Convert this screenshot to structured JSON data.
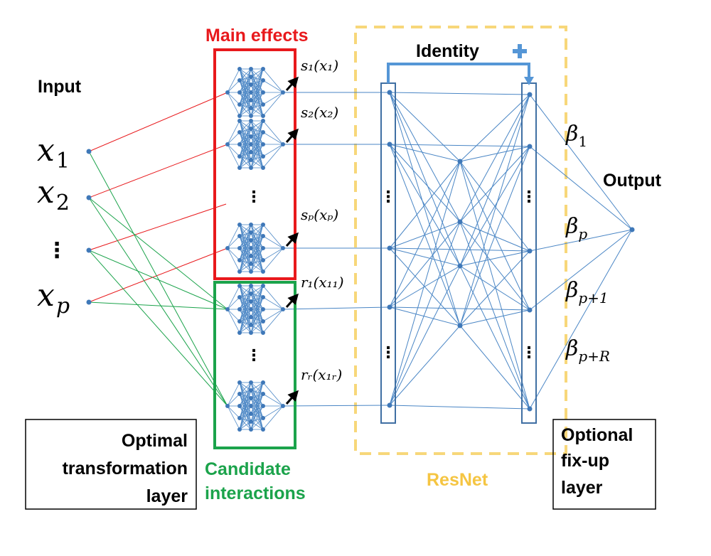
{
  "labels": {
    "input": "Input",
    "output": "Output",
    "main_effects": "Main effects",
    "identity": "Identity",
    "resnet": "ResNet",
    "candidate_line1": "Candidate",
    "candidate_line2": "interactions",
    "optimal_line1": "Optimal",
    "optimal_line2": "transformation",
    "optimal_line3": "layer",
    "fixup_line1": "Optional",
    "fixup_line2": "fix-up",
    "fixup_line3": "layer",
    "plus": "+",
    "ellipsis": "⋮"
  },
  "inputs": {
    "x1": {
      "base": "x",
      "sub": "1"
    },
    "x2": {
      "base": "x",
      "sub": "2"
    },
    "xp": {
      "base": "x",
      "sub": "p"
    }
  },
  "subnet_outputs": {
    "s1": "s₁(x₁)",
    "s2": "s₂(x₂)",
    "sp": "sₚ(xₚ)",
    "r1": "r₁(x₁₁)",
    "rR": "rᵣ(x₁ᵣ)"
  },
  "betas": {
    "b1": {
      "base": "β",
      "sub": "1"
    },
    "bp": {
      "base": "β",
      "sub": "p"
    },
    "bp1": {
      "base": "β",
      "sub": "p+1"
    },
    "bpR": {
      "base": "β",
      "sub": "p+R"
    }
  },
  "colors": {
    "network": "#4a86c5",
    "node": "#3f78b8",
    "main_effects": "#e8191c",
    "interactions": "#1ba34b",
    "resnet_box": "#f7d77a",
    "resnet_text": "#f5c542",
    "identity_arrow": "#5596d6",
    "box_outline": "#000000"
  }
}
